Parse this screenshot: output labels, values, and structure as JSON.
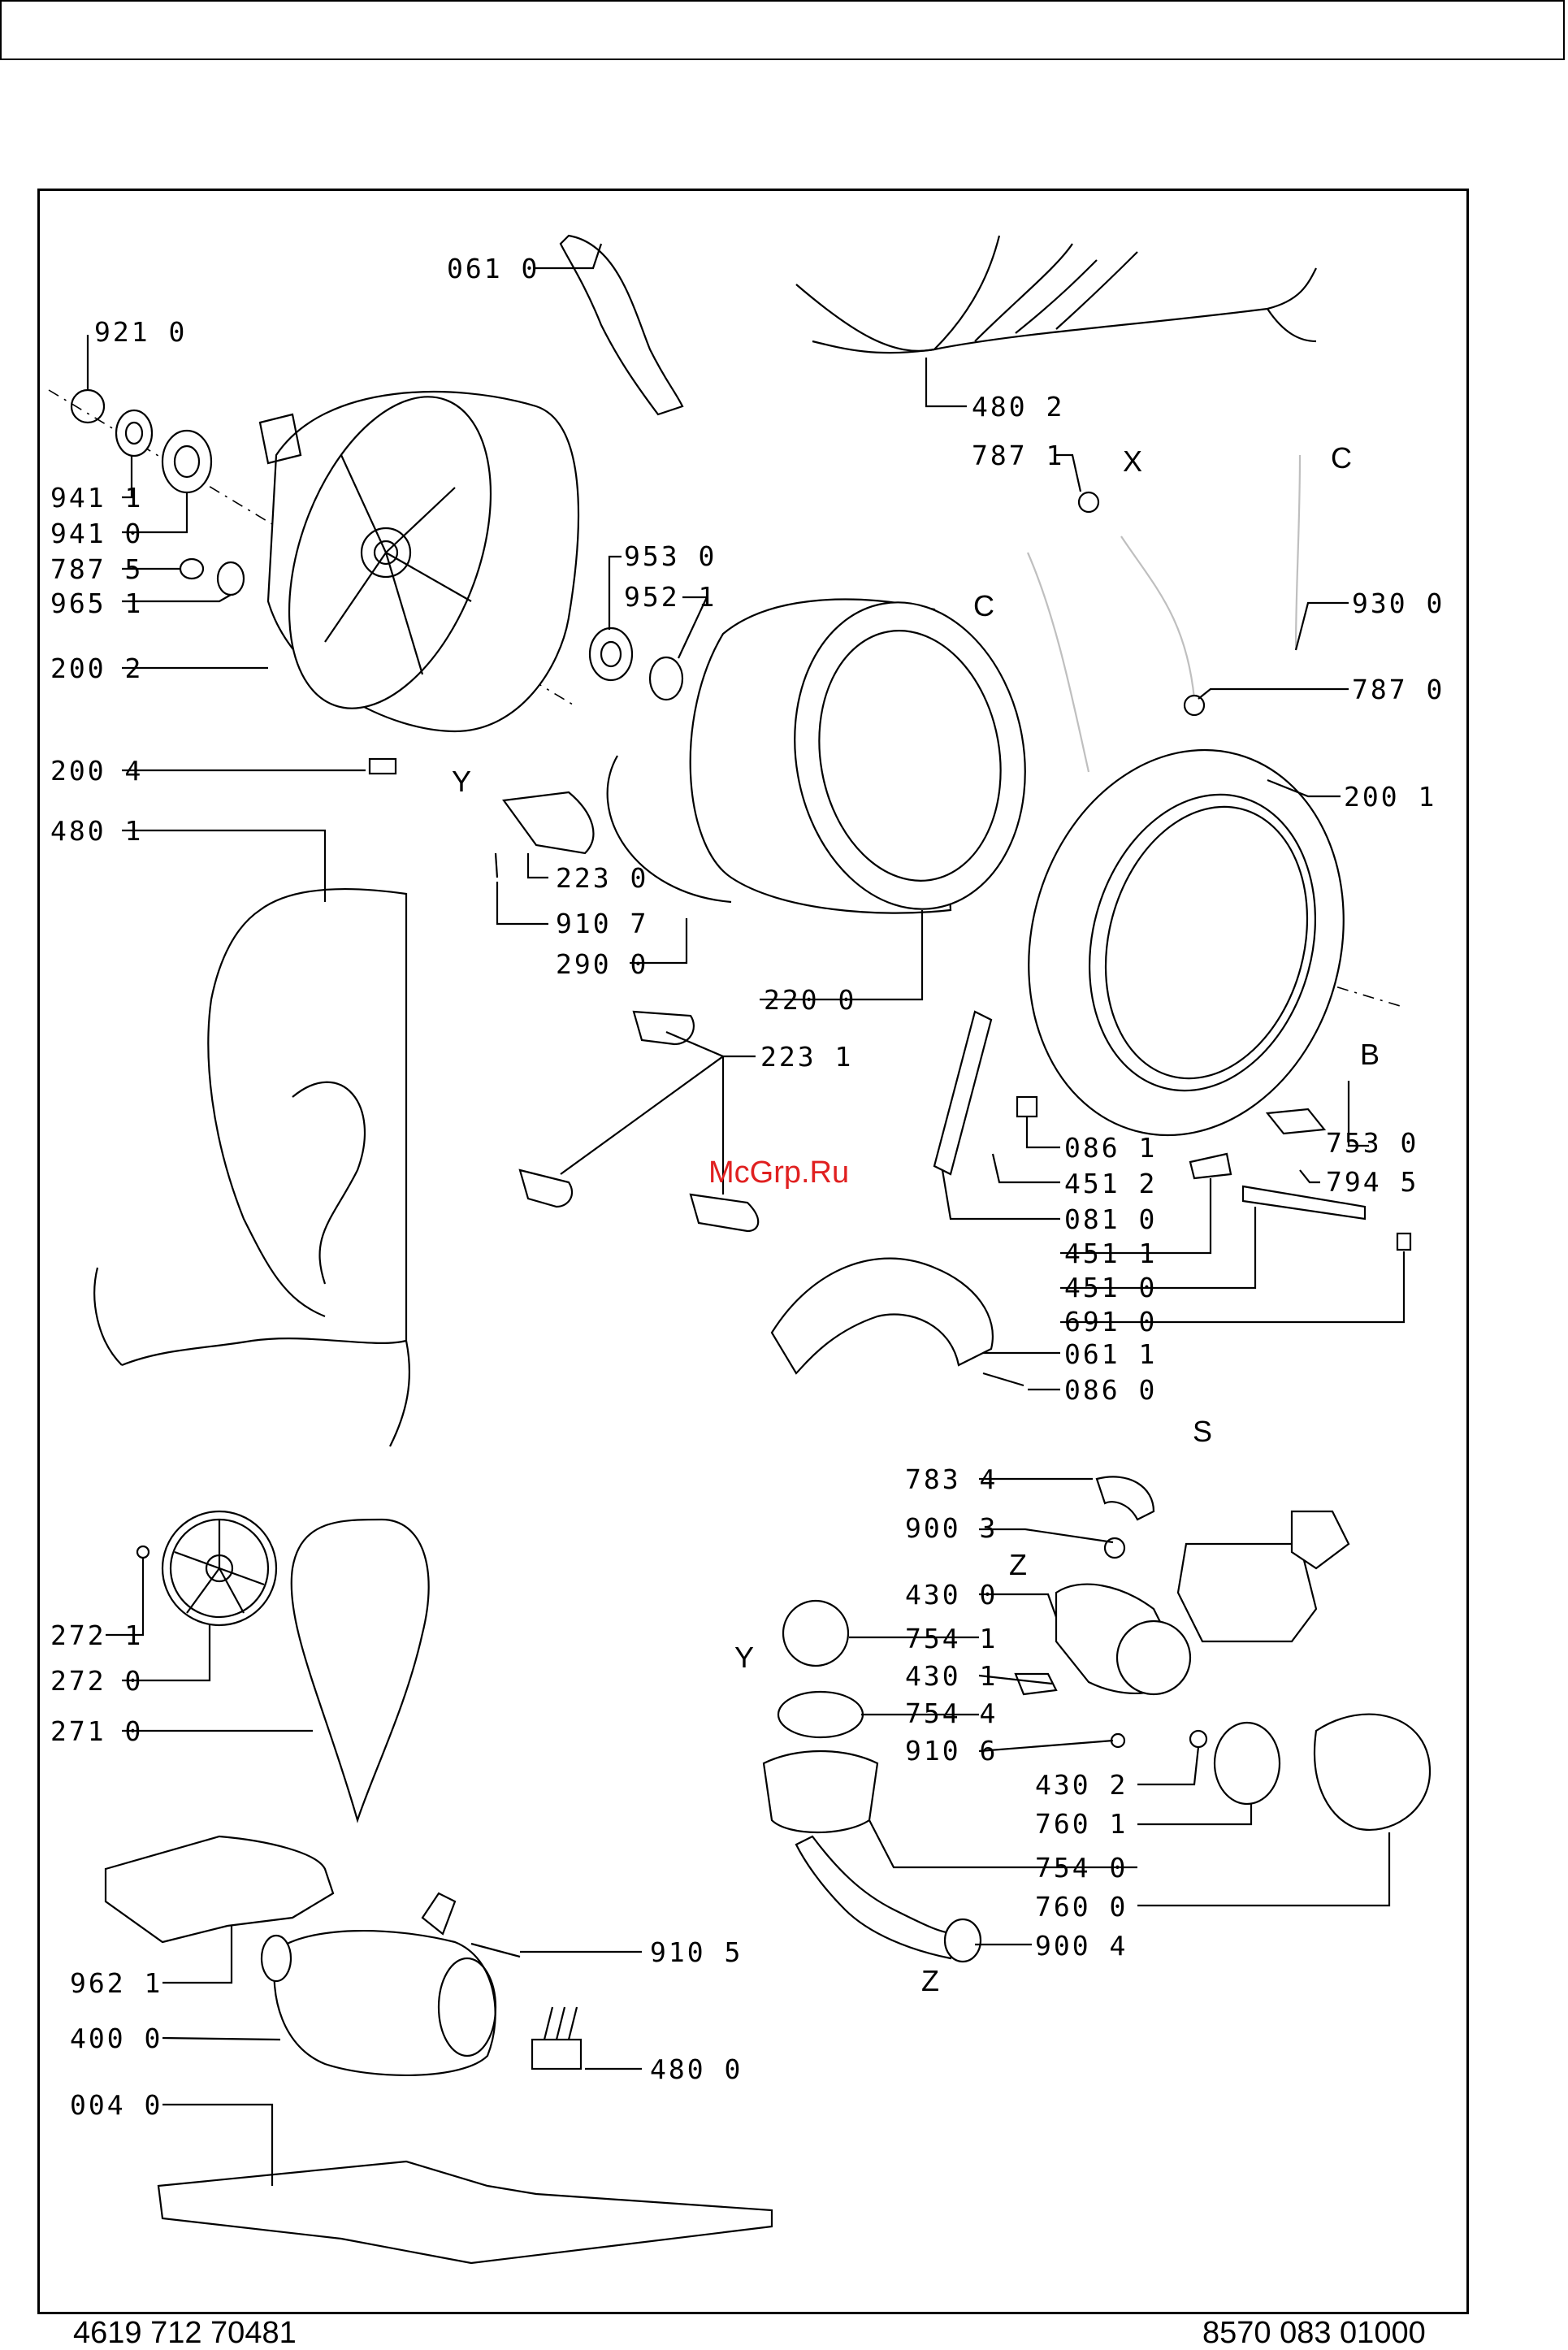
{
  "watermark": "McGrp.Ru",
  "footer": {
    "left_code": "4619 712 70481",
    "right_code": "8570 083 01000"
  },
  "callouts": [
    "061 0",
    "921 0",
    "941 1",
    "941 0",
    "787 5",
    "965 1",
    "200 2",
    "200 4",
    "480 1",
    "480 2",
    "787 1",
    "953 0",
    "952 1",
    "930 0",
    "787 0",
    "200 1",
    "223 0",
    "910 7",
    "290 0",
    "220 0",
    "223 1",
    "086 1",
    "451 2",
    "081 0",
    "451 1",
    "451 0",
    "691 0",
    "061 1",
    "086 0",
    "753 0",
    "794 5",
    "783 4",
    "900 3",
    "430 0",
    "754 1",
    "430 1",
    "754 4",
    "910 6",
    "430 2",
    "760 1",
    "754 0",
    "760 0",
    "900 4",
    "272 1",
    "272 0",
    "271 0",
    "962 1",
    "400 0",
    "004 0",
    "910 5",
    "480 0"
  ],
  "connection_markers": [
    "X",
    "C",
    "C",
    "Y",
    "B",
    "S",
    "Z",
    "Y",
    "Z"
  ]
}
